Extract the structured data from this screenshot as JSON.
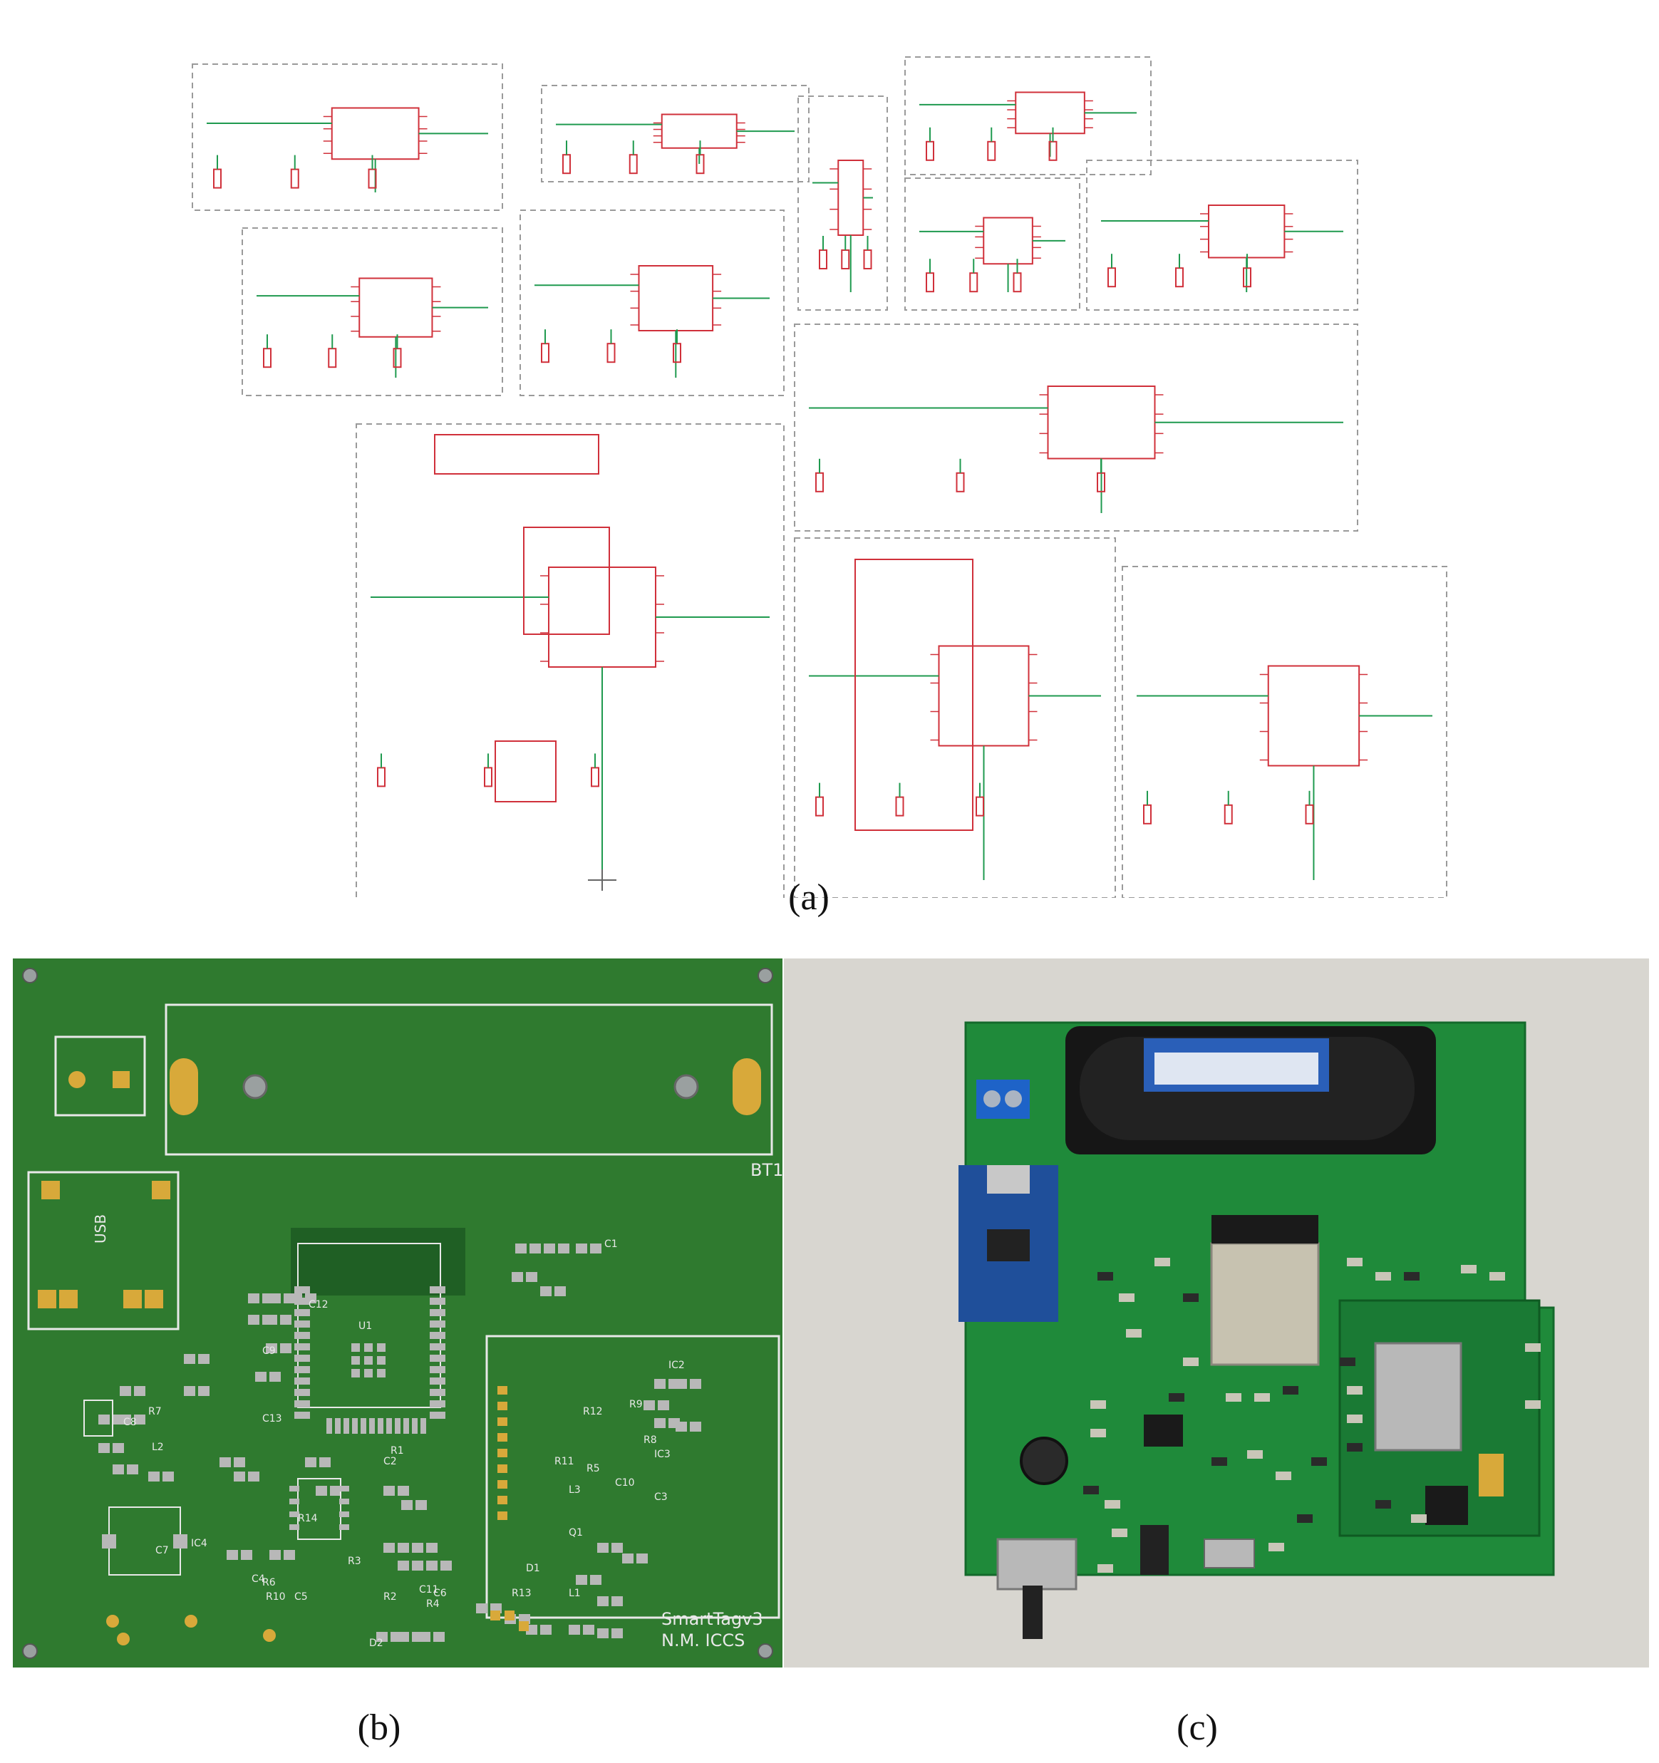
{
  "captions": {
    "a": "(a)",
    "b": "(b)",
    "c": "(c)"
  },
  "pcb": {
    "battery_ref": "BT1",
    "board_name": "SmartTagv3",
    "board_credit": "N.M. ICCS",
    "usb_label": "USB",
    "labels": [
      "U1",
      "C1",
      "C2",
      "C3",
      "C4",
      "C5",
      "C6",
      "C7",
      "C8",
      "C9",
      "C10",
      "C11",
      "C12",
      "C13",
      "R1",
      "R2",
      "R3",
      "R4",
      "R5",
      "R6",
      "R7",
      "R8",
      "R9",
      "R10",
      "R11",
      "R12",
      "R13",
      "R14",
      "IC2",
      "IC3",
      "IC4",
      "D1",
      "D2",
      "L1",
      "L2",
      "L3",
      "Q1"
    ],
    "colors": {
      "board": "#2f7a2f",
      "silk": "#e8e8e8",
      "pad": "#b8b8b8",
      "gold": "#d8a93a"
    }
  },
  "schematic": {
    "colors": {
      "frame": "#9a9a9a",
      "part": "#d0303a",
      "wire": "#1f9a4f"
    }
  },
  "photo": {
    "colors": {
      "background": "#d8d6d0",
      "board": "#1f8a3a",
      "battery": "#1c1c1c",
      "battery_label": "#2a5fb8",
      "terminal": "#1e63c8",
      "charger": "#1f4f9a"
    }
  }
}
